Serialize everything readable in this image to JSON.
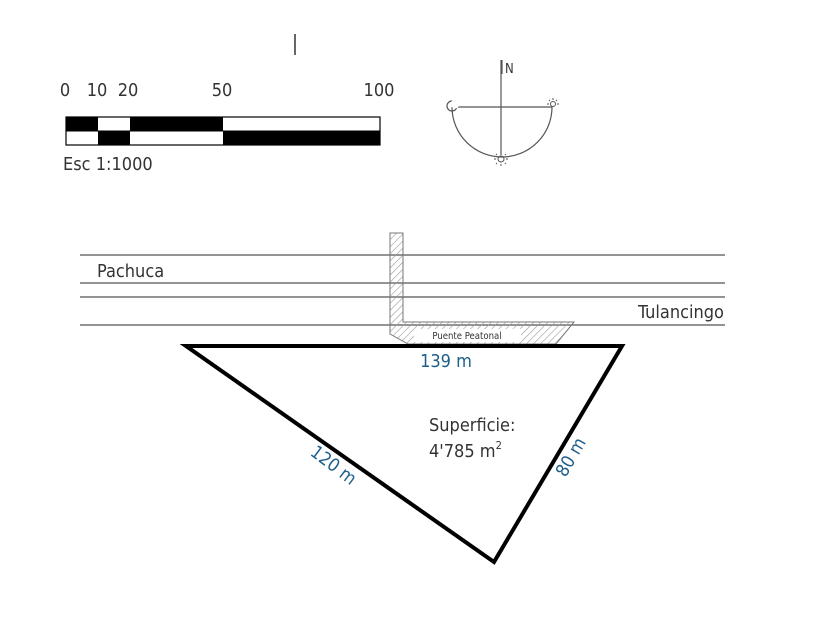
{
  "scale_bar": {
    "ticks": [
      "0",
      "10",
      "20",
      "50",
      "100"
    ],
    "caption": "Esc 1:1000"
  },
  "north_arrow": {
    "label": "N"
  },
  "roads": {
    "west_label": "Pachuca",
    "east_label": "Tulancingo"
  },
  "bridge": {
    "label": "Puente Peatonal"
  },
  "plot": {
    "side_top": "139 m",
    "side_left": "120 m",
    "side_right": "80 m",
    "area_title": "Superficie:",
    "area_value": "4'785 m",
    "area_unit_exponent": "2"
  },
  "colors": {
    "ink": "#000000",
    "line": "#555555",
    "text": "#333333",
    "dimension": "#1f5f8b",
    "hatch": "#9a9a9a"
  }
}
